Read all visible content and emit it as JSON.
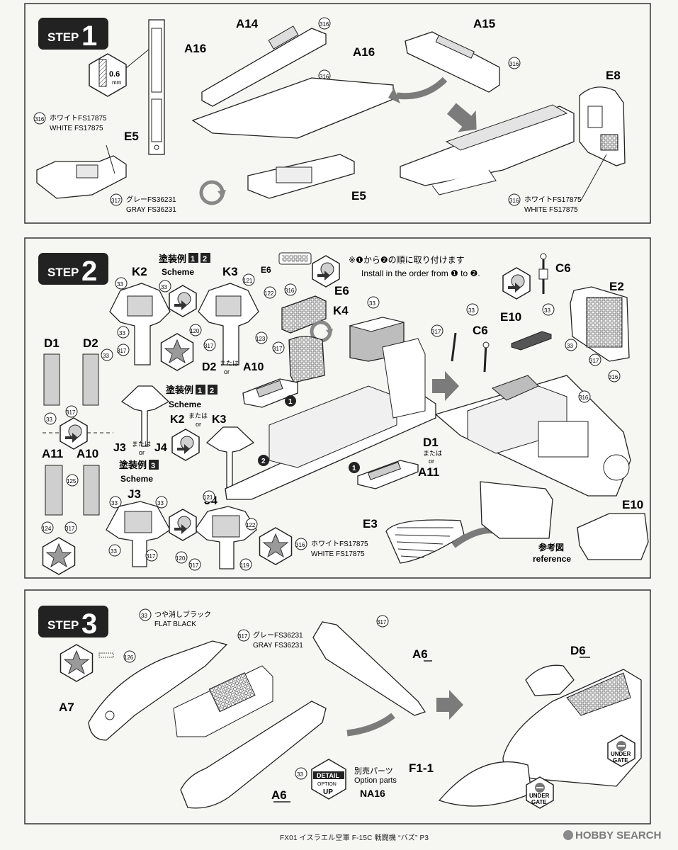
{
  "steps": [
    {
      "label": "STEP",
      "number": "1"
    },
    {
      "label": "STEP",
      "number": "2"
    },
    {
      "label": "STEP",
      "number": "3"
    }
  ],
  "step1": {
    "drill_size": "0.6",
    "drill_unit": "mm",
    "parts": [
      "A14",
      "A16",
      "A16",
      "A15",
      "E8",
      "E5",
      "E5"
    ],
    "color_codes": [
      "316",
      "316",
      "316",
      "316",
      "317"
    ],
    "color_white_jp": "ホワイトFS17875",
    "color_white_en": "WHITE FS17875",
    "color_gray_jp": "グレーFS36231",
    "color_gray_en": "GRAY FS36231"
  },
  "step2": {
    "note_jp": "※❶から❷の順に取り付けます",
    "note_en": "Install in the order from ❶ to ❷.",
    "scheme_jp_12": "塗装例",
    "scheme_nums_12": [
      "1",
      "2"
    ],
    "scheme_jp_3": "塗装例",
    "scheme_num_3": "3",
    "scheme_en": "Scheme",
    "parts_top": [
      "K2",
      "K3",
      "E6",
      "E6",
      "K4",
      "C6",
      "C6",
      "E10",
      "E2"
    ],
    "parts_left": [
      "D1",
      "D2",
      "A11",
      "A10",
      "J3",
      "J4",
      "J3",
      "J4"
    ],
    "text_d2_or_a10": [
      "D2",
      "または",
      "or",
      "A10"
    ],
    "text_k2_or_k3": [
      "K2",
      "または",
      "or",
      "K3"
    ],
    "text_j3_or_j4": [
      "J3",
      "または",
      "or",
      "J4"
    ],
    "text_d1_or_a11": [
      "D1",
      "または",
      "or",
      "A11"
    ],
    "parts_bottom": [
      "E3",
      "E10"
    ],
    "reference_jp": "参考図",
    "reference_en": "reference",
    "color_white_jp": "ホワイトFS17875",
    "color_white_en": "WHITE FS17875",
    "codes": [
      "33",
      "121",
      "122",
      "120",
      "123",
      "317",
      "316",
      "125",
      "124",
      "119"
    ]
  },
  "step3": {
    "flat_black_jp": "つや消しブラック",
    "flat_black_en": "FLAT BLACK",
    "gray_jp": "グレーFS36231",
    "gray_en": "GRAY FS36231",
    "code_flat_black": "33",
    "code_gray": "317",
    "code_decal": "126",
    "parts": [
      "A7",
      "A6",
      "A6",
      "D6",
      "F1-1"
    ],
    "detail_badge": [
      "DETAIL",
      "OPTION",
      "UP"
    ],
    "option_jp": "別売パーツ",
    "option_en": "Option parts",
    "option_code": "NA16",
    "under_gate_lines": [
      "UNDER",
      "GATE"
    ]
  },
  "footer": {
    "text": "FX01 イスラエル空軍 F-15C 戦闘機 “バズ” P3",
    "brand": "HOBBY SEARCH"
  },
  "colors": {
    "ink": "#1e1e1e",
    "paper": "#f6f6f3",
    "step_box": "#222222",
    "badge_grey": "#8c8c8c",
    "arrow_grey": "#7b7b7b"
  }
}
